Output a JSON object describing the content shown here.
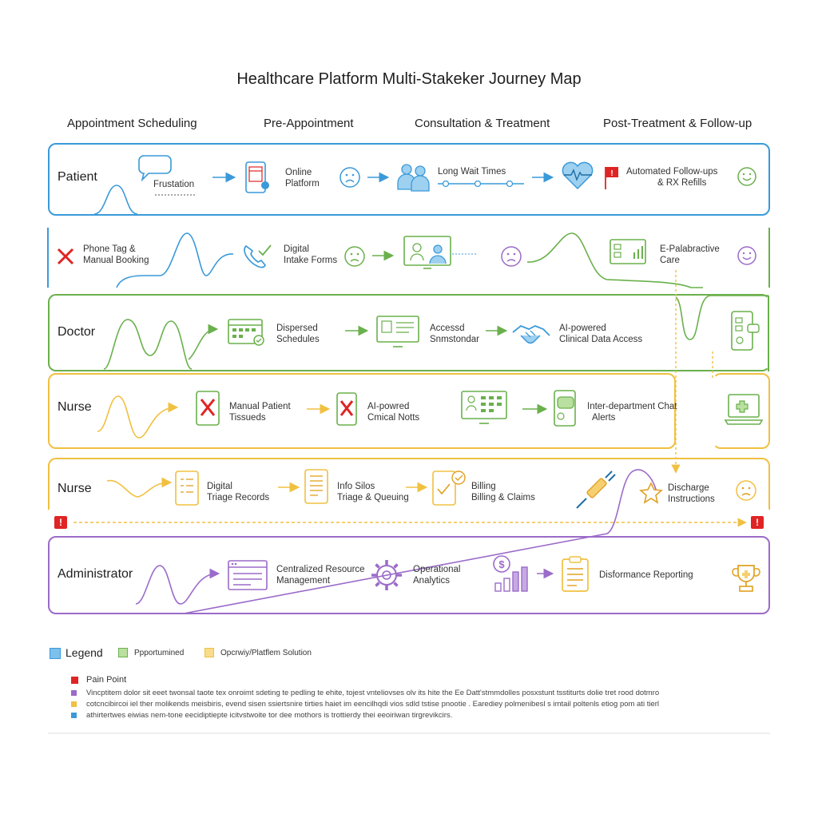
{
  "title": "Healthcare Platform Multi-Stakeker Journey Map",
  "phases": [
    "Appointment Scheduling",
    "Pre-Appointment",
    "Consultation & Treatment",
    "Post-Treatment & Follow-up"
  ],
  "lanes": {
    "patient": {
      "label": "Patient",
      "frustration": "Frustation",
      "online_platform": [
        "Online",
        "Platform"
      ],
      "long_wait": "Long Wait Times",
      "followups": [
        "Automated Follow-ups",
        "& RX Refills"
      ]
    },
    "patient2": {
      "phone_tag": [
        "Phone Tag &",
        "Manual Booking"
      ],
      "digital_intake": [
        "Digital",
        "Intake Forms"
      ],
      "palliative": [
        "E-Palabractive",
        "Care"
      ]
    },
    "doctor": {
      "label": "Doctor",
      "dispersed": [
        "Dispersed",
        "Schedules"
      ],
      "access": [
        "Accessd",
        "Snmstondar"
      ],
      "ai_data": [
        "AI-powered",
        "Clinical Data Access"
      ]
    },
    "nurse1": {
      "label": "Nurse",
      "manual_patient": [
        "Manual Patient",
        "Tissueds"
      ],
      "ai_notes": [
        "AI-powred",
        "Cmical Notts"
      ],
      "chat": [
        "Inter-department Chat",
        "Alerts"
      ]
    },
    "nurse2": {
      "label": "Nurse",
      "triage": [
        "Digital",
        "Triage Records"
      ],
      "info_silos": [
        "Info Silos",
        "Triage & Queuing"
      ],
      "billing": [
        "Billing",
        "Billing & Claims"
      ],
      "discharge": [
        "Discharge",
        "Instructions"
      ]
    },
    "admin": {
      "label": "Administrator",
      "centralized": [
        "Centralized Resource",
        "Management"
      ],
      "analytics": [
        "Operational",
        "Analytics"
      ],
      "reporting": "Disformance Reporting"
    }
  },
  "legend": {
    "title": "Legend",
    "opportunity": "Ppportumined",
    "solution": "Opcrwiy/Platflem Solution",
    "pain_point": "Pain Point",
    "lines": [
      "Vincptitem dolor sit eeet twonsal taote tex onroimt sdeting te pedling te ehite, tojest vnteliovses olv its hite the Ee Datt'stmmdolles posxstunt tsstiturts dolie tret rood dotmro",
      "cotcncibircoi iel ther molikends meisbiris, evend sisen ssiertsnire tirties haiet im eencilhqdi vios sdld tstise pnootie . Earediey polmenibesl s imtail poltenls etiog pom ati tierl",
      "athirtertwes eiwias nem-tone eecidiptiepte icitvstwoite tor dee mothors is trottierdy thei eeoiriwan tirgrevikcirs."
    ]
  },
  "colors": {
    "blue": "#3a9ad9",
    "green": "#6ab04c",
    "yellow": "#f0c040",
    "purple": "#9b6bc9",
    "red": "#e02424"
  }
}
